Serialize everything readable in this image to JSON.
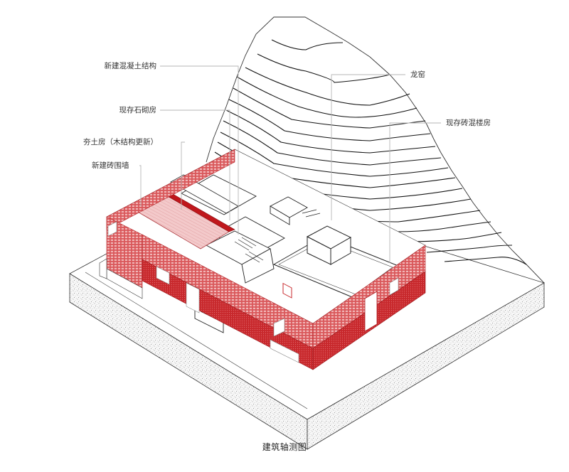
{
  "title": "建筑轴测图",
  "labels": {
    "new_concrete_structure": "新建混凝土结构",
    "existing_stone_house": "现存石砌房",
    "rammed_earth_house": "夯土房（木结构更新）",
    "new_brick_wall": "新建砖围墙",
    "dragon_kiln": "龙窑",
    "existing_brick_concrete_building": "现存砖混楼房"
  },
  "colors": {
    "brick_red": "#c8282c",
    "brick_light": "#e07a7c",
    "roof_pink": "#eeb4b6",
    "roof_dark_red": "#c0171c",
    "line": "#222222",
    "leader_line": "#b5b5b5",
    "base_speckle": "#f4f4f4"
  },
  "legend": [
    {
      "key": "new_concrete_structure",
      "label": "新建混凝土结构"
    },
    {
      "key": "existing_stone_house",
      "label": "现存石砌房"
    },
    {
      "key": "rammed_earth_house",
      "label": "夯土房（木结构更新）"
    },
    {
      "key": "new_brick_wall",
      "label": "新建砖围墙"
    },
    {
      "key": "dragon_kiln",
      "label": "龙窑"
    },
    {
      "key": "existing_brick_concrete_building",
      "label": "现存砖混楼房"
    }
  ]
}
